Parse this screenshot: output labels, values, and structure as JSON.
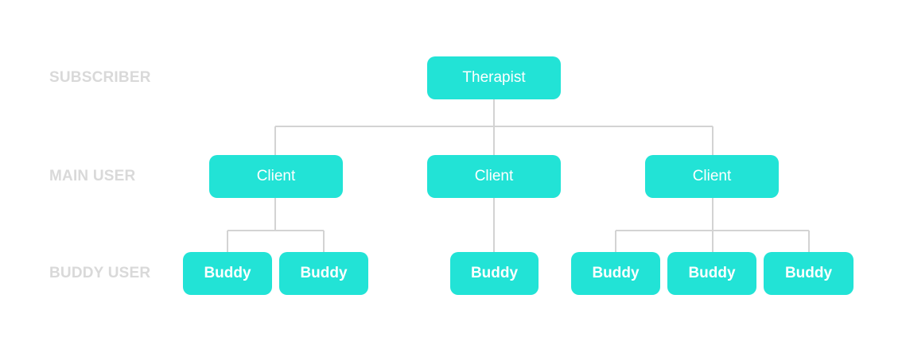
{
  "tiers": {
    "subscriber": "SUBSCRIBER",
    "main_user": "MAIN USER",
    "buddy_user": "BUDDY USER"
  },
  "nodes": {
    "therapist": "Therapist",
    "clients": [
      "Client",
      "Client",
      "Client"
    ],
    "buddies": [
      "Buddy",
      "Buddy",
      "Buddy",
      "Buddy",
      "Buddy",
      "Buddy"
    ]
  },
  "colors": {
    "node_fill": "#22e3d6",
    "node_text": "#ffffff",
    "tier_label": "#d9d9d9",
    "connector": "#d3d3d3"
  }
}
